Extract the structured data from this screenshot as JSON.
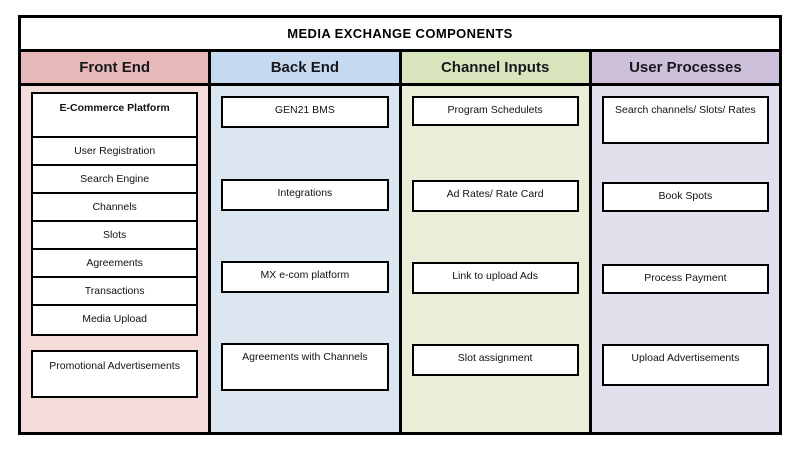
{
  "diagram": {
    "title": "MEDIA EXCHANGE COMPONENTS",
    "border_color": "#000000",
    "background": "#ffffff"
  },
  "columns": [
    {
      "id": "front-end",
      "header": "Front End",
      "header_color": "#e6b8b7",
      "body_color": "#f4dcda",
      "stack": [
        {
          "label": "E-Commerce Platform",
          "emphasis": true
        },
        {
          "label": "User Registration",
          "emphasis": false
        },
        {
          "label": "Search Engine",
          "emphasis": false
        },
        {
          "label": "Channels",
          "emphasis": false
        },
        {
          "label": "Slots",
          "emphasis": false
        },
        {
          "label": "Agreements",
          "emphasis": false
        },
        {
          "label": "Transactions",
          "emphasis": false
        },
        {
          "label": "Media Upload",
          "emphasis": false
        }
      ],
      "footer": {
        "label": "Promotional Advertisements"
      }
    },
    {
      "id": "back-end",
      "header": "Back End",
      "header_color": "#c5d9f1",
      "body_color": "#dce6f1",
      "nodes": [
        {
          "label": "GEN21 BMS"
        },
        {
          "label": "Integrations"
        },
        {
          "label": "MX e-com  platform"
        },
        {
          "label": "Agreements with Channels"
        }
      ]
    },
    {
      "id": "channel-inputs",
      "header": "Channel Inputs",
      "header_color": "#d8e4bc",
      "body_color": "#e8eed8",
      "nodes": [
        {
          "label": "Program Schedulets"
        },
        {
          "label": "Ad Rates/ Rate Card"
        },
        {
          "label": "Link to upload Ads"
        },
        {
          "label": "Slot assignment"
        }
      ]
    },
    {
      "id": "user-processes",
      "header": "User Processes",
      "header_color": "#ccc0da",
      "body_color": "#e4dfec",
      "nodes": [
        {
          "label": "Search channels/ Slots/ Rates"
        },
        {
          "label": "Book Spots"
        },
        {
          "label": "Process Payment"
        },
        {
          "label": "Upload Advertisements"
        }
      ]
    }
  ]
}
